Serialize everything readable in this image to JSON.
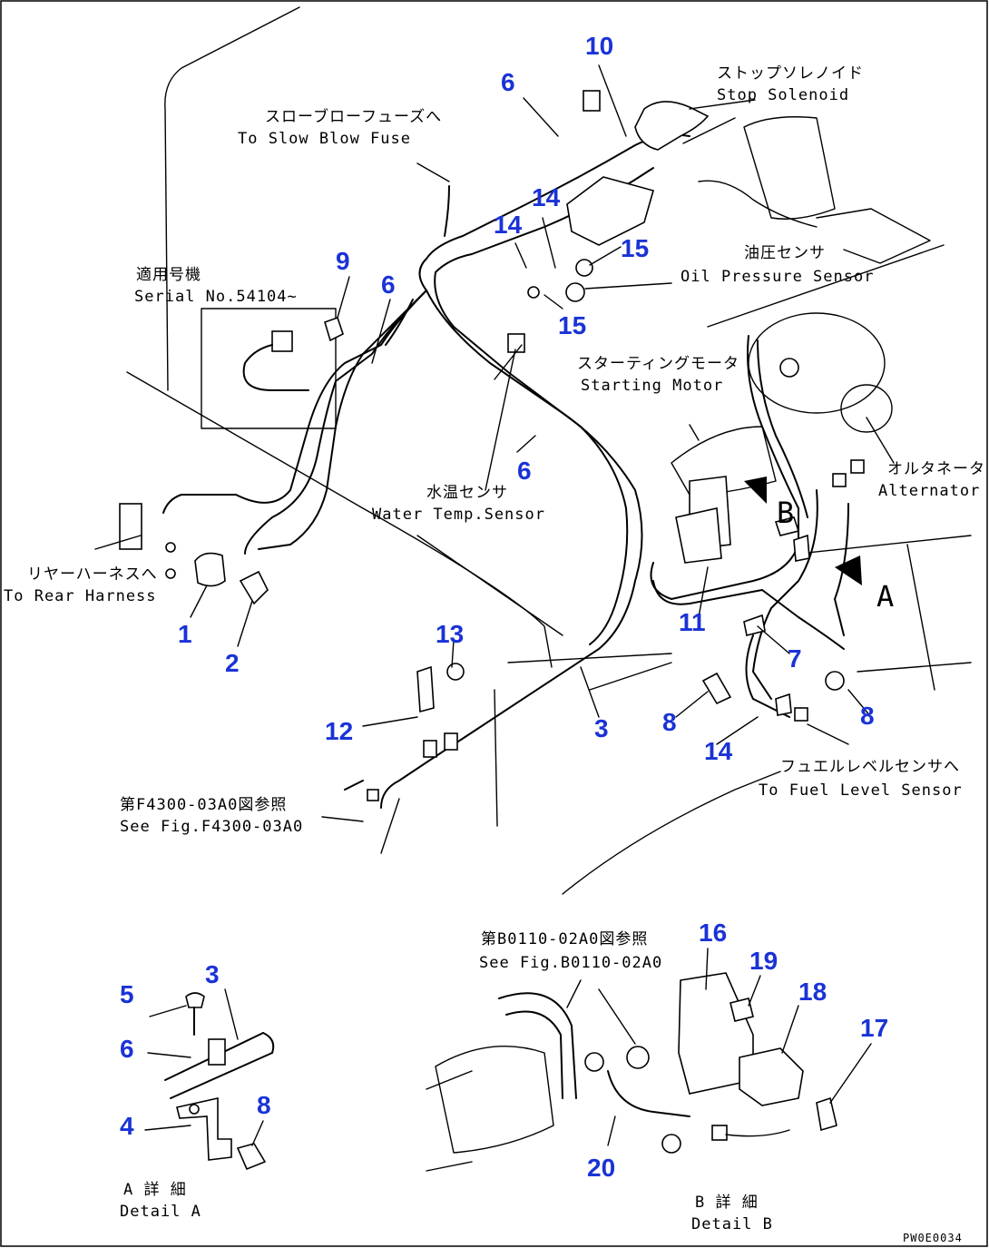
{
  "callouts": {
    "c1": "1",
    "c2": "2",
    "c3a": "3",
    "c3b": "3",
    "c4": "4",
    "c5": "5",
    "c6a": "6",
    "c6b": "6",
    "c6c": "6",
    "c6d": "6",
    "c7": "7",
    "c8a": "8",
    "c8b": "8",
    "c8c": "8",
    "c9": "9",
    "c10": "10",
    "c11": "11",
    "c12": "12",
    "c13": "13",
    "c14a": "14",
    "c14b": "14",
    "c14c": "14",
    "c15a": "15",
    "c15b": "15",
    "c16": "16",
    "c17": "17",
    "c18": "18",
    "c19": "19",
    "c20": "20"
  },
  "labels": {
    "stop_solenoid_jp": "ストップソレノイド",
    "stop_solenoid_en": "Stop Solenoid",
    "slow_blow_jp": "スローブローフューズへ",
    "slow_blow_en": "To Slow Blow Fuse",
    "oil_pressure_jp": "油圧センサ",
    "oil_pressure_en": "Oil Pressure Sensor",
    "serial_jp": "適用号機",
    "serial_en": "Serial No.54104~",
    "starting_motor_jp": "スターティングモータ",
    "starting_motor_en": "Starting Motor",
    "alternator_jp": "オルタネータ",
    "alternator_en": "Alternator",
    "water_temp_jp": "水温センサ",
    "water_temp_en": "Water Temp.Sensor",
    "rear_harness_jp": "リヤーハーネスへ",
    "rear_harness_en": "To Rear Harness",
    "fuel_level_jp": "フュエルレベルセンサへ",
    "fuel_level_en": "To Fuel Level Sensor",
    "see_f4300_jp": "第F4300-03A0図参照",
    "see_f4300_en": "See Fig.F4300-03A0",
    "see_b0110_jp": "第B0110-02A0図参照",
    "see_b0110_en": "See Fig.B0110-02A0",
    "detail_a_jp": "A 詳 細",
    "detail_a_en": "Detail A",
    "detail_b_jp": "B 詳 細",
    "detail_b_en": "Detail B",
    "view_a": "A",
    "view_b": "B",
    "drawing_code": "PW0E0034"
  },
  "colors": {
    "callout": "#1a33d6",
    "line": "#000000",
    "background": "#ffffff"
  }
}
